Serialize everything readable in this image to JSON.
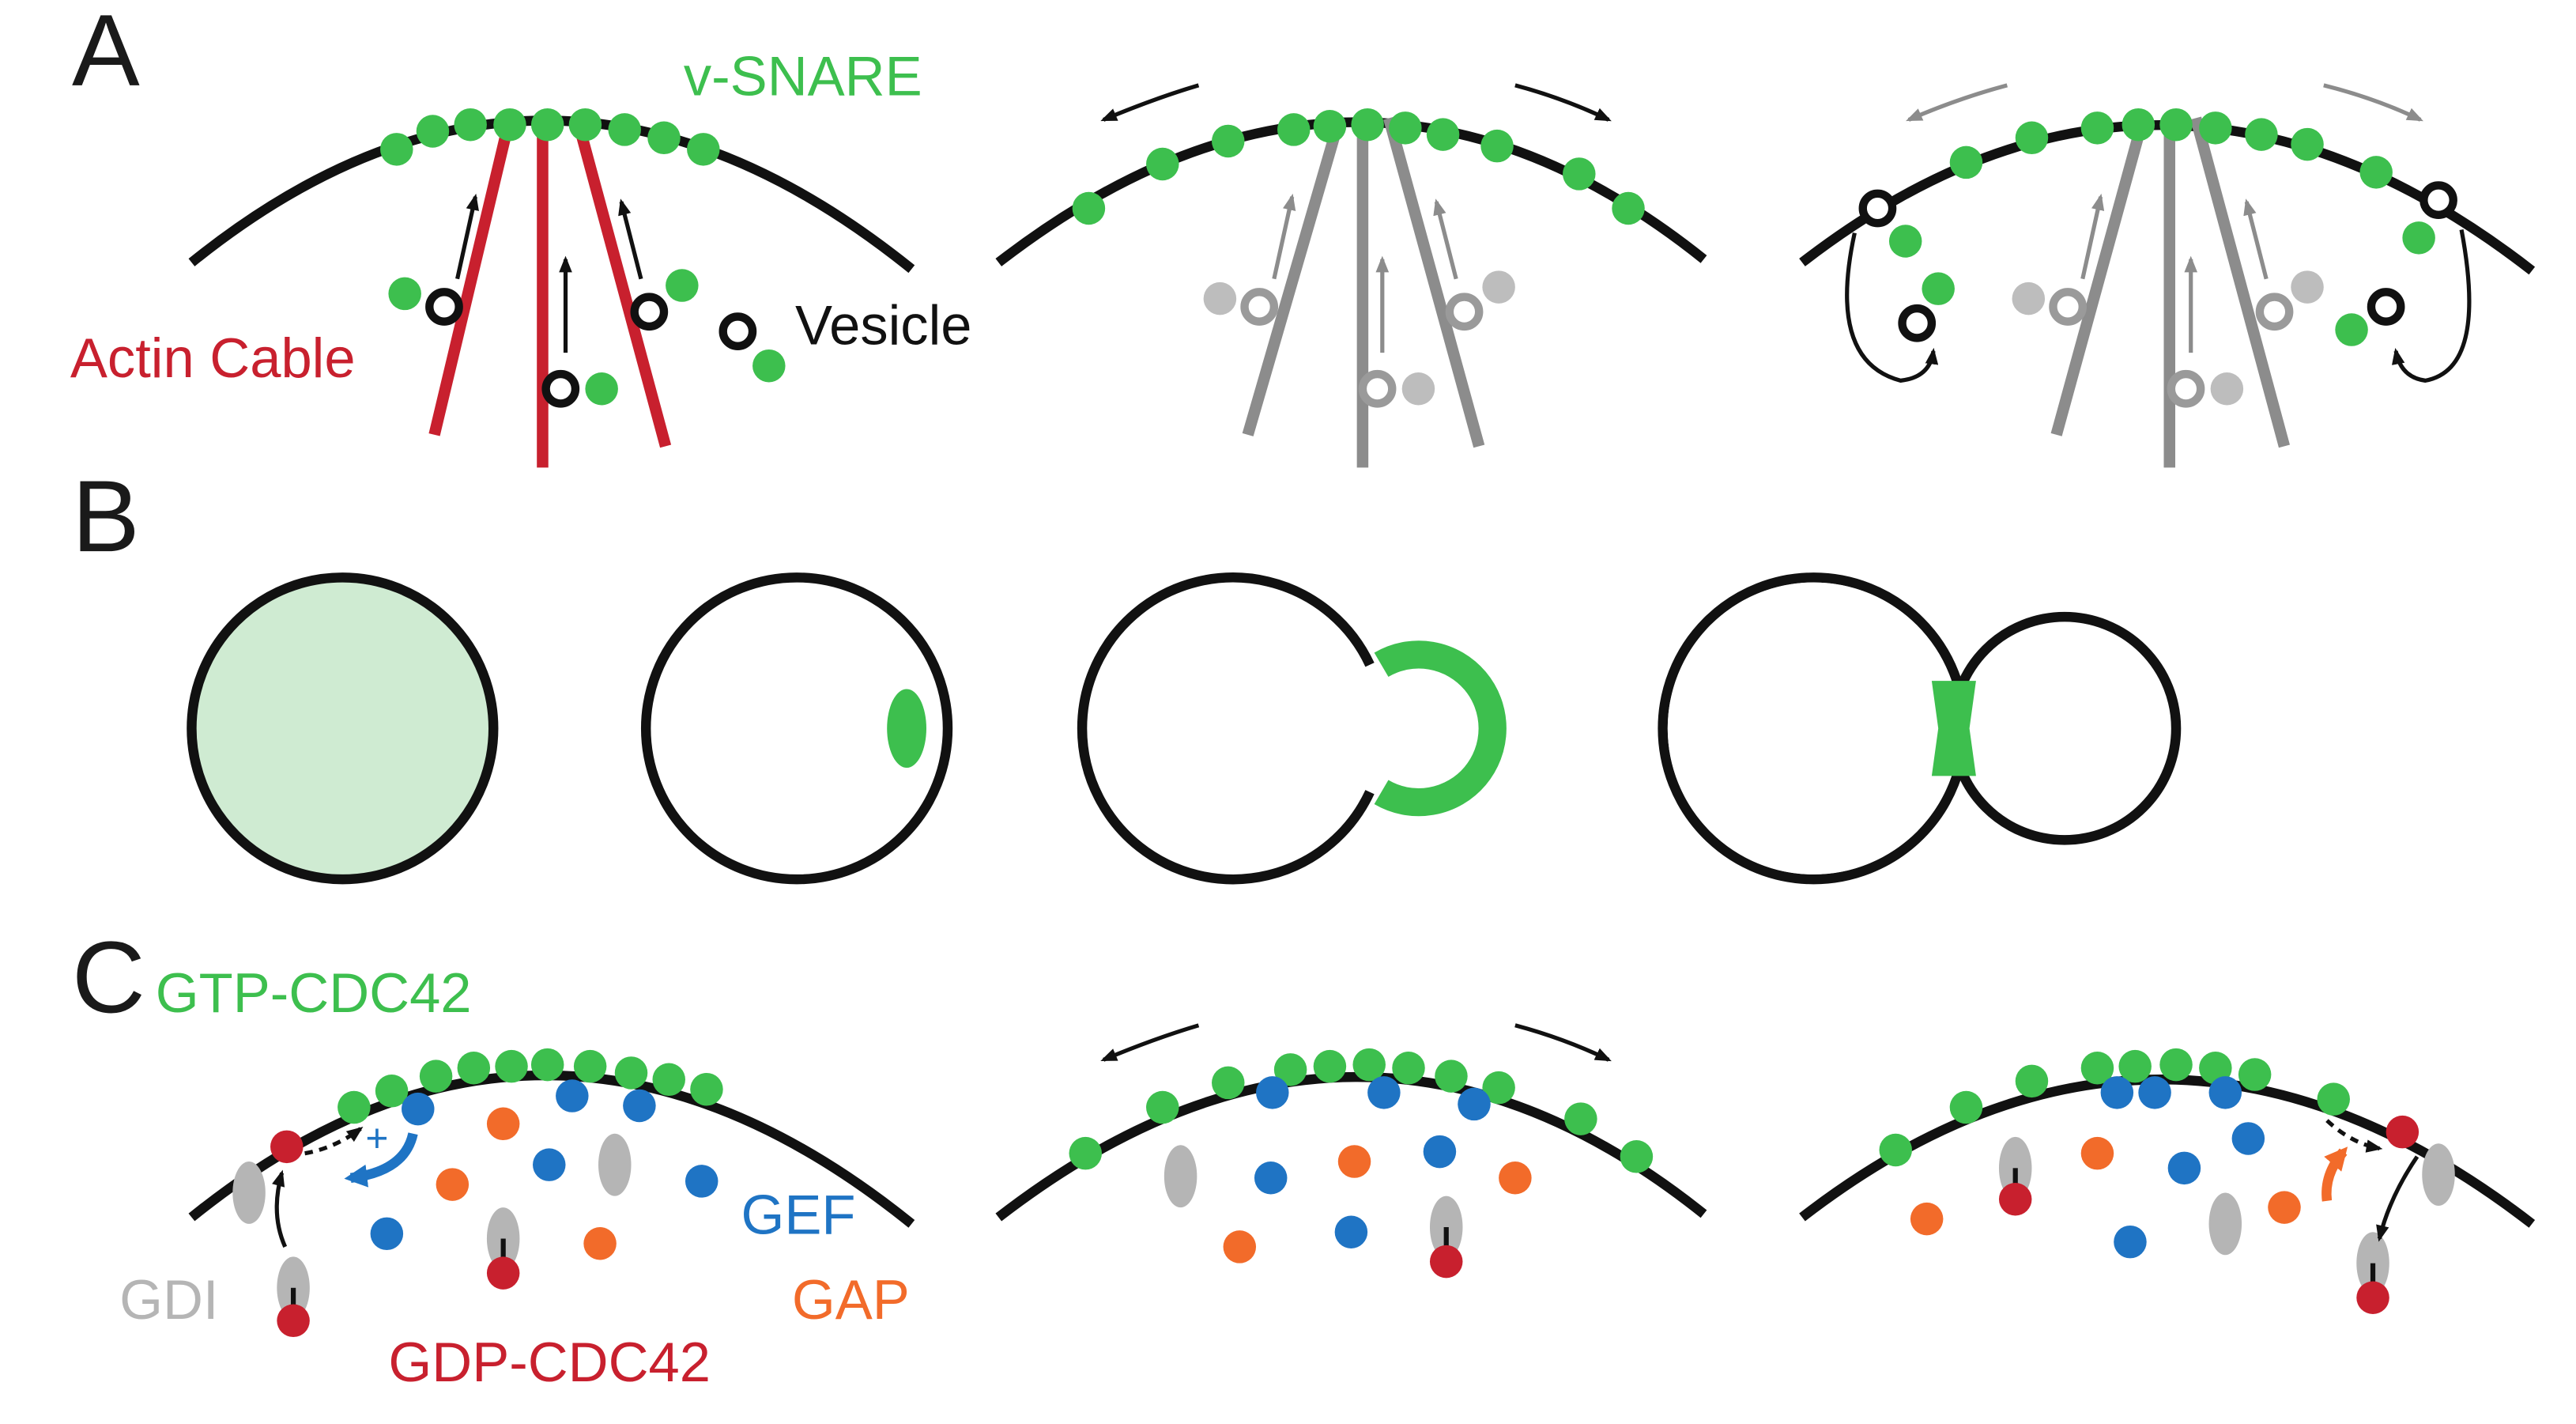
{
  "colors": {
    "membrane": "#111111",
    "vsnare": "#3dbf4e",
    "actin": "#c8202e",
    "actin_faded": "#8c8c8c",
    "vesicle_faded": "#9a9a9a",
    "snare_faded": "#bdbdbd",
    "fill_light_green": "#cfebd2",
    "gtp": "#3dbf4e",
    "gef": "#1f74c4",
    "gap": "#f26b2a",
    "gdi": "#b5b5b5",
    "gdp": "#c8202e"
  },
  "panelA": {
    "letter": "A",
    "vsnare_label": "v-SNARE",
    "actin_label": "Actin Cable",
    "vesicle_label": "Vesicle"
  },
  "panelB": {
    "letter": "B"
  },
  "panelC": {
    "letter": "C",
    "gtp_label": "GTP-CDC42",
    "gef_label": "GEF",
    "gap_label": "GAP",
    "gdi_label": "GDI",
    "gdp_label": "GDP-CDC42",
    "plus_sign": "+"
  }
}
